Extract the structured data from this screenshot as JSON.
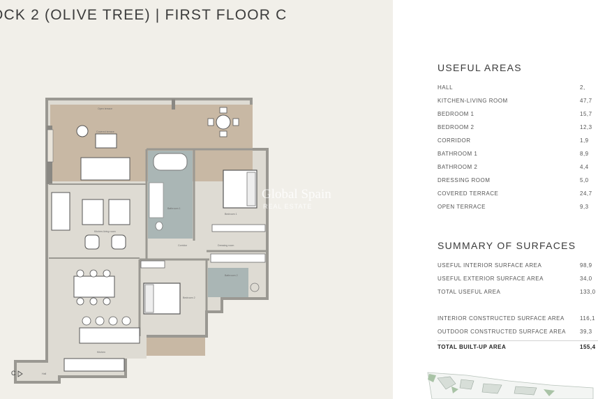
{
  "title": "OCK 2 (OLIVE TREE)  |  FIRST FLOOR C",
  "watermark": {
    "brand": "Global Spain",
    "sub": "REAL ESTATE"
  },
  "compass": {
    "label": "C"
  },
  "room_labels": {
    "open_terrace": "Open terrace",
    "covered_terrace": "Covered terrace",
    "kitchen_living": "Kitchen-living room",
    "bathroom_1": "Bathroom 1",
    "bedroom_1": "Bedroom 1",
    "corridor": "Corridor",
    "dressing_room": "Dressing room",
    "bathroom_2": "Bathroom 2",
    "bedroom_2": "Bedroom 2",
    "kitchen": "Kitchen",
    "hall": "Hall"
  },
  "useful_areas": {
    "heading": "USEFUL AREAS",
    "rows": [
      {
        "label": "HALL",
        "value": "2,"
      },
      {
        "label": "KITCHEN-LIVING ROOM",
        "value": "47,7"
      },
      {
        "label": "BEDROOM 1",
        "value": "15,7"
      },
      {
        "label": "BEDROOM 2",
        "value": "12,3"
      },
      {
        "label": "CORRIDOR",
        "value": "1,9"
      },
      {
        "label": "BATHROOM 1",
        "value": "8,9"
      },
      {
        "label": "BATHROOM 2",
        "value": "4,4"
      },
      {
        "label": "DRESSING ROOM",
        "value": "5,0"
      },
      {
        "label": "COVERED TERRACE",
        "value": "24,7"
      },
      {
        "label": "OPEN TERRACE",
        "value": "9,3"
      }
    ]
  },
  "summary": {
    "heading": "SUMMARY OF SURFACES",
    "rows": [
      {
        "label": "USEFUL INTERIOR SURFACE AREA",
        "value": "98,9"
      },
      {
        "label": "USEFUL EXTERIOR SURFACE AREA",
        "value": "34,0"
      },
      {
        "label": "TOTAL USEFUL AREA",
        "value": "133,0"
      },
      {
        "label": "INTERIOR CONSTRUCTED SURFACE AREA",
        "value": "116,1"
      },
      {
        "label": "OUTDOOR CONSTRUCTED SURFACE AREA",
        "value": "39,3"
      },
      {
        "label": "TOTAL BUILT-UP AREA",
        "value": "155,4"
      }
    ]
  },
  "colors": {
    "page_background": "#f1efe9",
    "terrace": "#c8b8a4",
    "floor": "#dedbd3",
    "wall": "#9a9892",
    "bathroom": "#aab6b5"
  }
}
